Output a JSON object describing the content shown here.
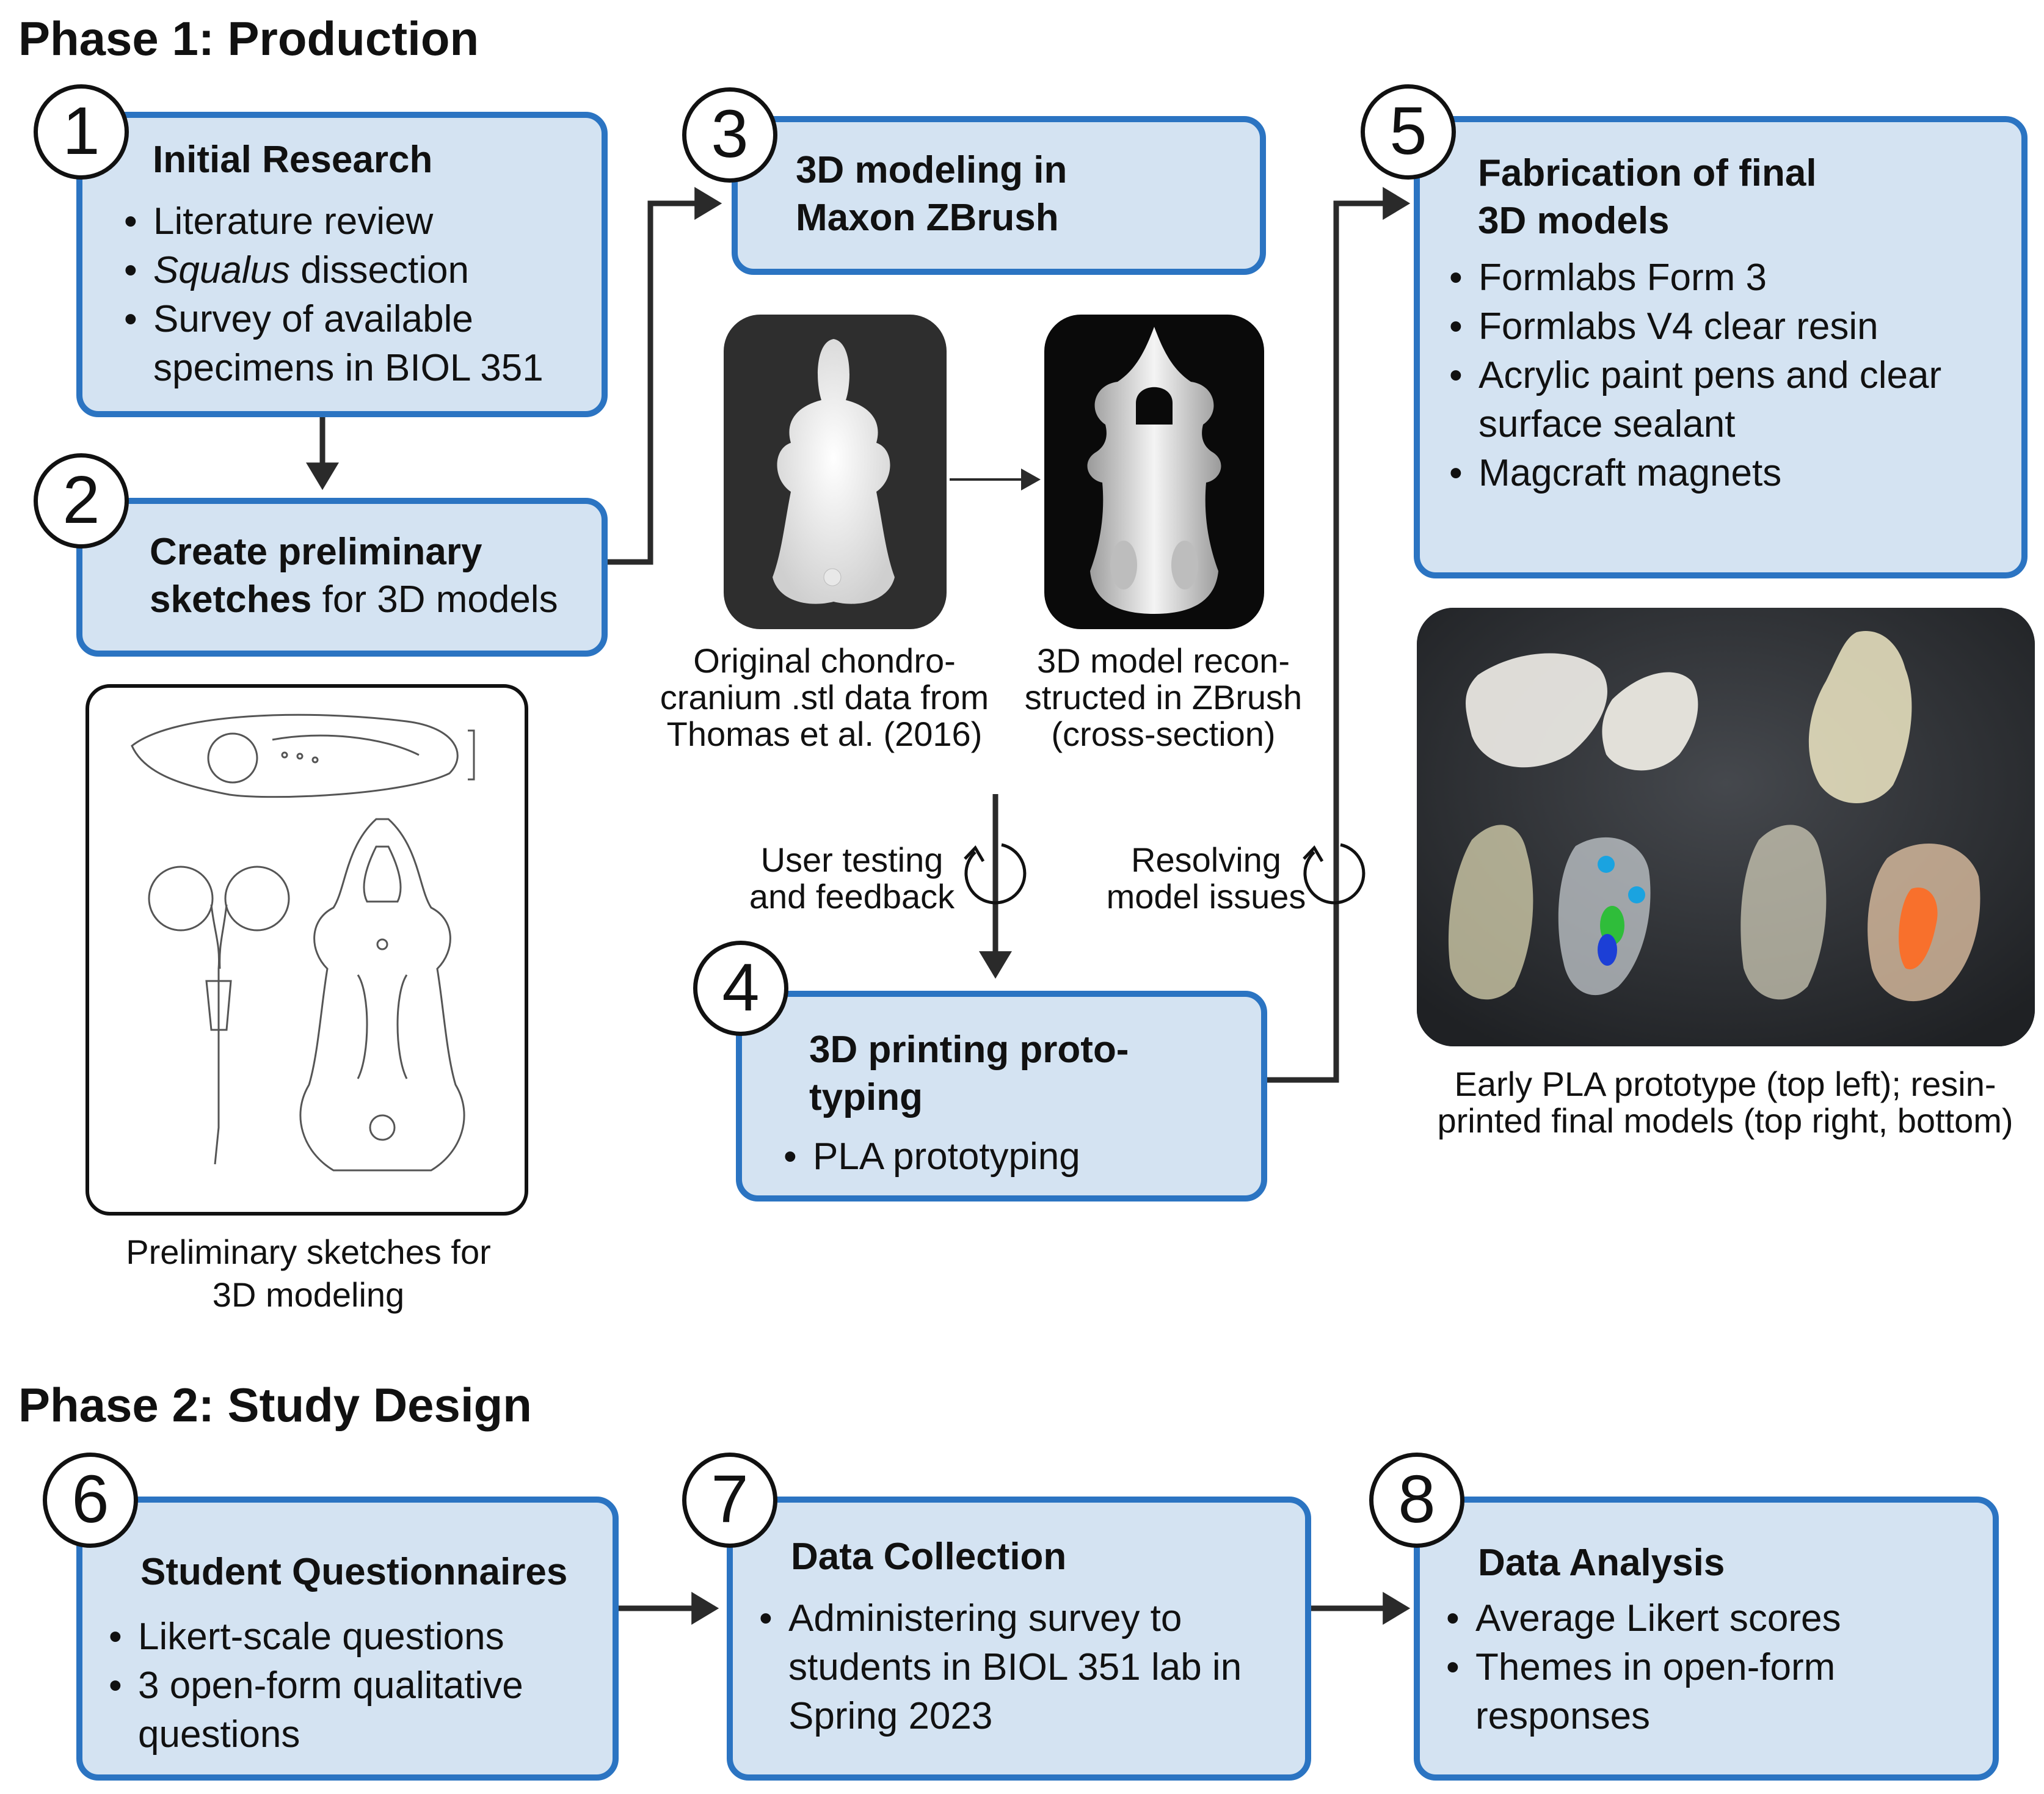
{
  "phase1": {
    "title": "Phase 1: Production"
  },
  "phase2": {
    "title": "Phase 2: Study Design"
  },
  "step1": {
    "number": "1",
    "title": "Initial Research",
    "items": [
      "Literature review",
      "Squalus",
      "dissection",
      "Survey of available specimens in BIOL 351"
    ]
  },
  "step2": {
    "number": "2",
    "title_bold": "Create preliminary sketches",
    "title_rest": "for 3D models"
  },
  "step3": {
    "number": "3",
    "title": "3D modeling in Maxon ZBrush"
  },
  "step4": {
    "number": "4",
    "title": "3D printing proto-typing",
    "items": [
      "PLA prototyping"
    ]
  },
  "step5": {
    "number": "5",
    "title": "Fabrication of final 3D models",
    "items": [
      "Formlabs Form 3",
      "Formlabs V4 clear resin",
      "Acrylic paint pens and clear surface sealant",
      "Magcraft magnets"
    ]
  },
  "step6": {
    "number": "6",
    "title": "Student Questionnaires",
    "items": [
      "Likert-scale questions",
      "3 open-form qualitative questions"
    ]
  },
  "step7": {
    "number": "7",
    "title": "Data Collection",
    "items": [
      "Administering survey to students in BIOL 351 lab in Spring 2023"
    ]
  },
  "step8": {
    "number": "8",
    "title": "Data Analysis",
    "items": [
      "Average Likert scores",
      "Themes in open-form responses"
    ]
  },
  "captions": {
    "sketches": "Preliminary sketches for 3D modeling",
    "original_stl": "Original chondro-cranium .stl data from Thomas et al. (2016)",
    "zbrush_model": "3D model recon-structed in ZBrush (cross-section)",
    "photo": "Early PLA prototype (top left); resin-printed final models (top right, bottom)"
  },
  "loops": {
    "user_testing": "User testing and feedback",
    "resolving": "Resolving model issues"
  },
  "colors": {
    "box_fill": "#d4e3f2",
    "box_border": "#2b74c2",
    "arrow": "#2a2a2a"
  }
}
